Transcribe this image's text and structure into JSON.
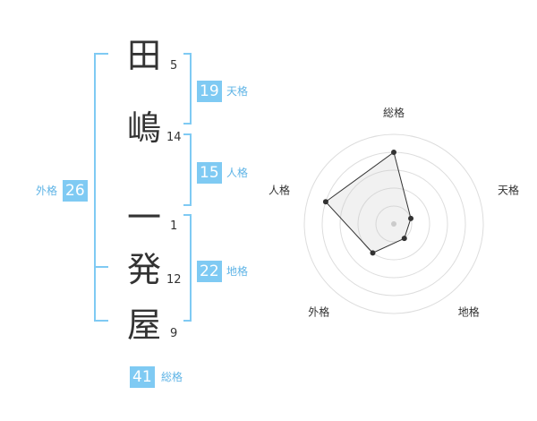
{
  "name": {
    "chars": [
      {
        "char": "田",
        "strokes": "5"
      },
      {
        "char": "嶋",
        "strokes": "14"
      },
      {
        "char": "一",
        "strokes": "1"
      },
      {
        "char": "発",
        "strokes": "12"
      },
      {
        "char": "屋",
        "strokes": "9"
      }
    ]
  },
  "fortunes": {
    "tenkaku": {
      "value": "19",
      "label": "天格"
    },
    "jinkaku": {
      "value": "15",
      "label": "人格"
    },
    "chikaku": {
      "value": "22",
      "label": "地格"
    },
    "gaikaku": {
      "value": "26",
      "label": "外格"
    },
    "soukaku": {
      "value": "41",
      "label": "総格"
    }
  },
  "colors": {
    "accent": "#7fcaf3",
    "label": "#5fb4e6",
    "bracket": "#7fcaf3"
  },
  "chart_data": {
    "type": "radar",
    "axes": [
      "総格",
      "天格",
      "地格",
      "外格",
      "人格"
    ],
    "values": [
      4,
      1,
      1,
      2,
      4
    ],
    "max": 5
  }
}
